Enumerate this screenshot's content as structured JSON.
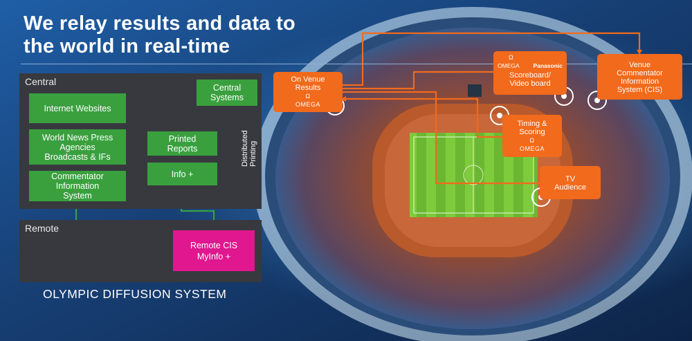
{
  "title": "We relay results and data to\nthe world in real-time",
  "central": {
    "label": "Central",
    "internet": "Internet Websites",
    "news": "World News Press\nAgencies\nBroadcasts & IFs",
    "cis": "Commentator\nInformation\nSystem",
    "central_systems": "Central\nSystems",
    "printed": "Printed\nReports",
    "info": "Info +",
    "distributed": "Distributed\nPrinting"
  },
  "remote": {
    "label": "Remote",
    "remote_cis": "Remote CIS\nMyInfo +"
  },
  "footer": "OLYMPIC DIFFUSION SYSTEM",
  "venue": {
    "on_venue": "On Venue\nResults",
    "scoreboard": "Scoreboard/\nVideo board",
    "venue_cis": "Venue\nCommentator\nInformation\nSystem (CIS)",
    "timing": "Timing &\nScoring",
    "tv": "TV\nAudience",
    "omega": "OMEGA",
    "panasonic": "Panasonic",
    "omega_symbol": "Ω"
  },
  "colors": {
    "green": "#3aa03e",
    "magenta": "#e0178e",
    "orange": "#f26a1b",
    "panel": "#37393e",
    "background": "#1c4e8a"
  }
}
